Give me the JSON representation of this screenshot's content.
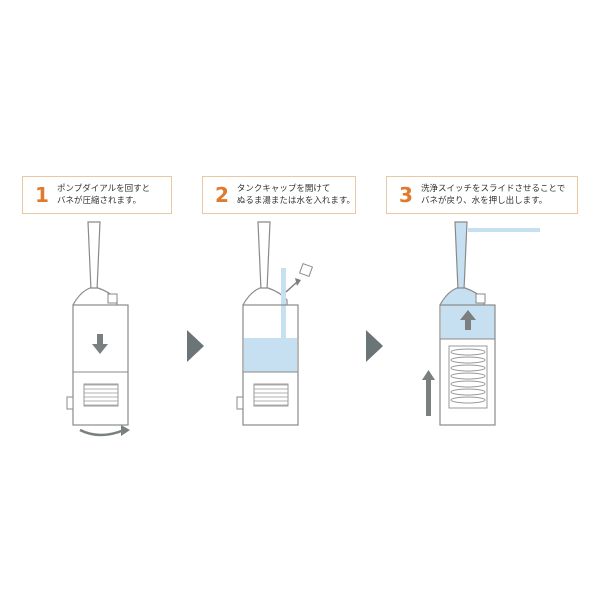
{
  "steps": [
    {
      "number": "1",
      "line1": "ポンプダイアルを回すと",
      "line2": "バネが圧縮されます。"
    },
    {
      "number": "2",
      "line1": "タンクキャップを開けて",
      "line2": "ぬるま湯または水を入れます。"
    },
    {
      "number": "3",
      "line1": "洗浄スイッチをスライドさせることで",
      "line2": "バネが戻り、水を押し出します。"
    }
  ],
  "colors": {
    "accent_orange": "#e07a2c",
    "box_border": "#e8c9a6",
    "water_blue": "#c7e0f1",
    "device_outline": "#8a8a8a",
    "arrow_gray": "#7a7f80",
    "chevron_gray": "#6b7476"
  }
}
